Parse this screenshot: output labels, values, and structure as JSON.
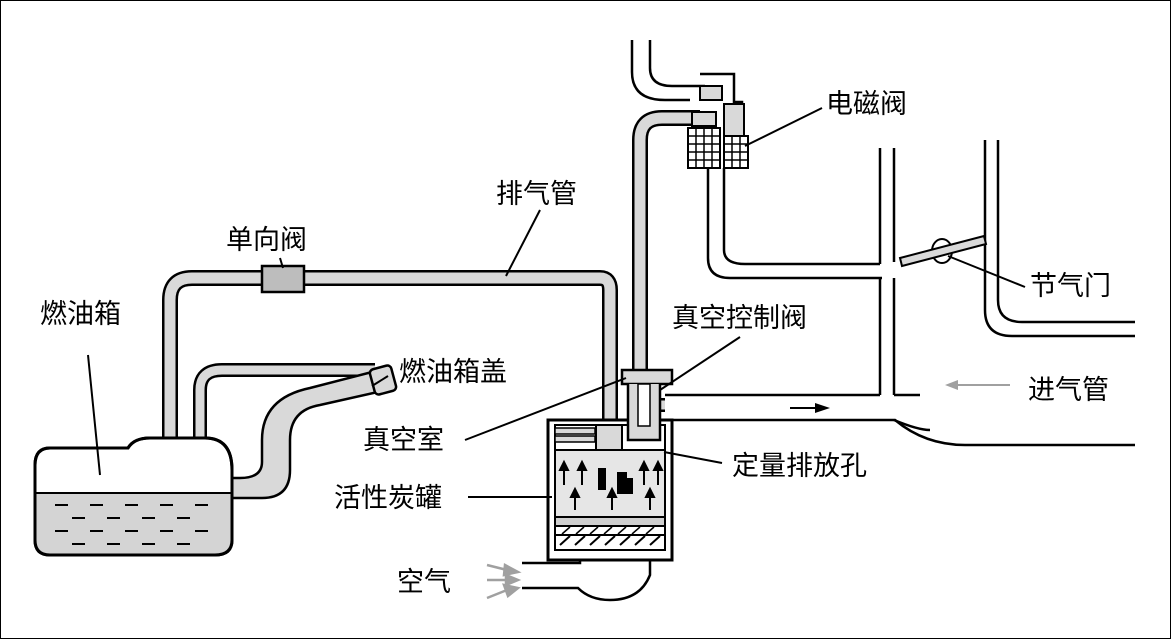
{
  "labels": {
    "fuel_tank": "燃油箱",
    "check_valve": "单向阀",
    "vent_pipe": "排气管",
    "solenoid_valve": "电磁阀",
    "throttle": "节气门",
    "vacuum_control_valve": "真空控制阀",
    "fuel_cap": "燃油箱盖",
    "intake_pipe": "进气管",
    "vacuum_chamber": "真空室",
    "metering_orifice": "定量排放孔",
    "charcoal_canister": "活性炭罐",
    "air": "空气"
  },
  "colors": {
    "pipe_fill": "#d9d9d9",
    "fuel_fill": "#d4d4d4",
    "air_arrow": "#a0a0a0",
    "line": "#000000"
  }
}
